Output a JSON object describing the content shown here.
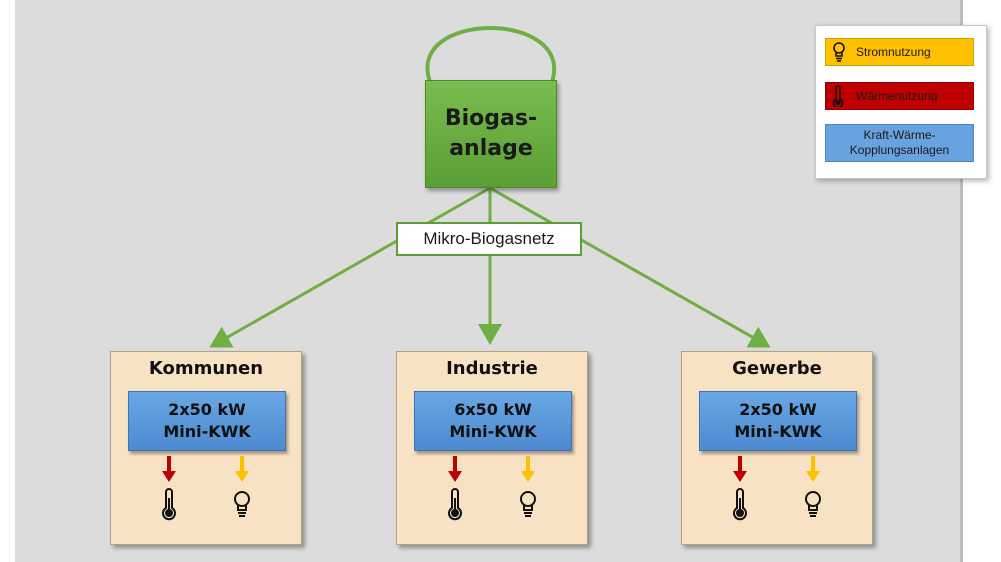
{
  "biogas_plant": {
    "label": "Biogas-\nanlage"
  },
  "network": {
    "label": "Mikro-Biogasnetz"
  },
  "consumers": [
    {
      "title": "Kommunen",
      "kwk": "2x50 kW\nMini-KWK"
    },
    {
      "title": "Industrie",
      "kwk": "6x50 kW\nMini-KWK"
    },
    {
      "title": "Gewerbe",
      "kwk": "2x50 kW\nMini-KWK"
    }
  ],
  "legend": {
    "strom": {
      "label": "Stromnutzung",
      "icon": "light-bulb-icon"
    },
    "waerme": {
      "label": "Wärmenutzung",
      "icon": "thermometer-icon"
    },
    "kwk": {
      "label": "Kraft-Wärme-\nKopplungsanlagen"
    }
  },
  "colors": {
    "biogas_green": "#6aae42",
    "connector_green": "#6fae45",
    "consumer_bg": "#f8e2c4",
    "kwk_blue": "#5b98d8",
    "heat_red": "#c00000",
    "power_yellow": "#ffc000"
  }
}
